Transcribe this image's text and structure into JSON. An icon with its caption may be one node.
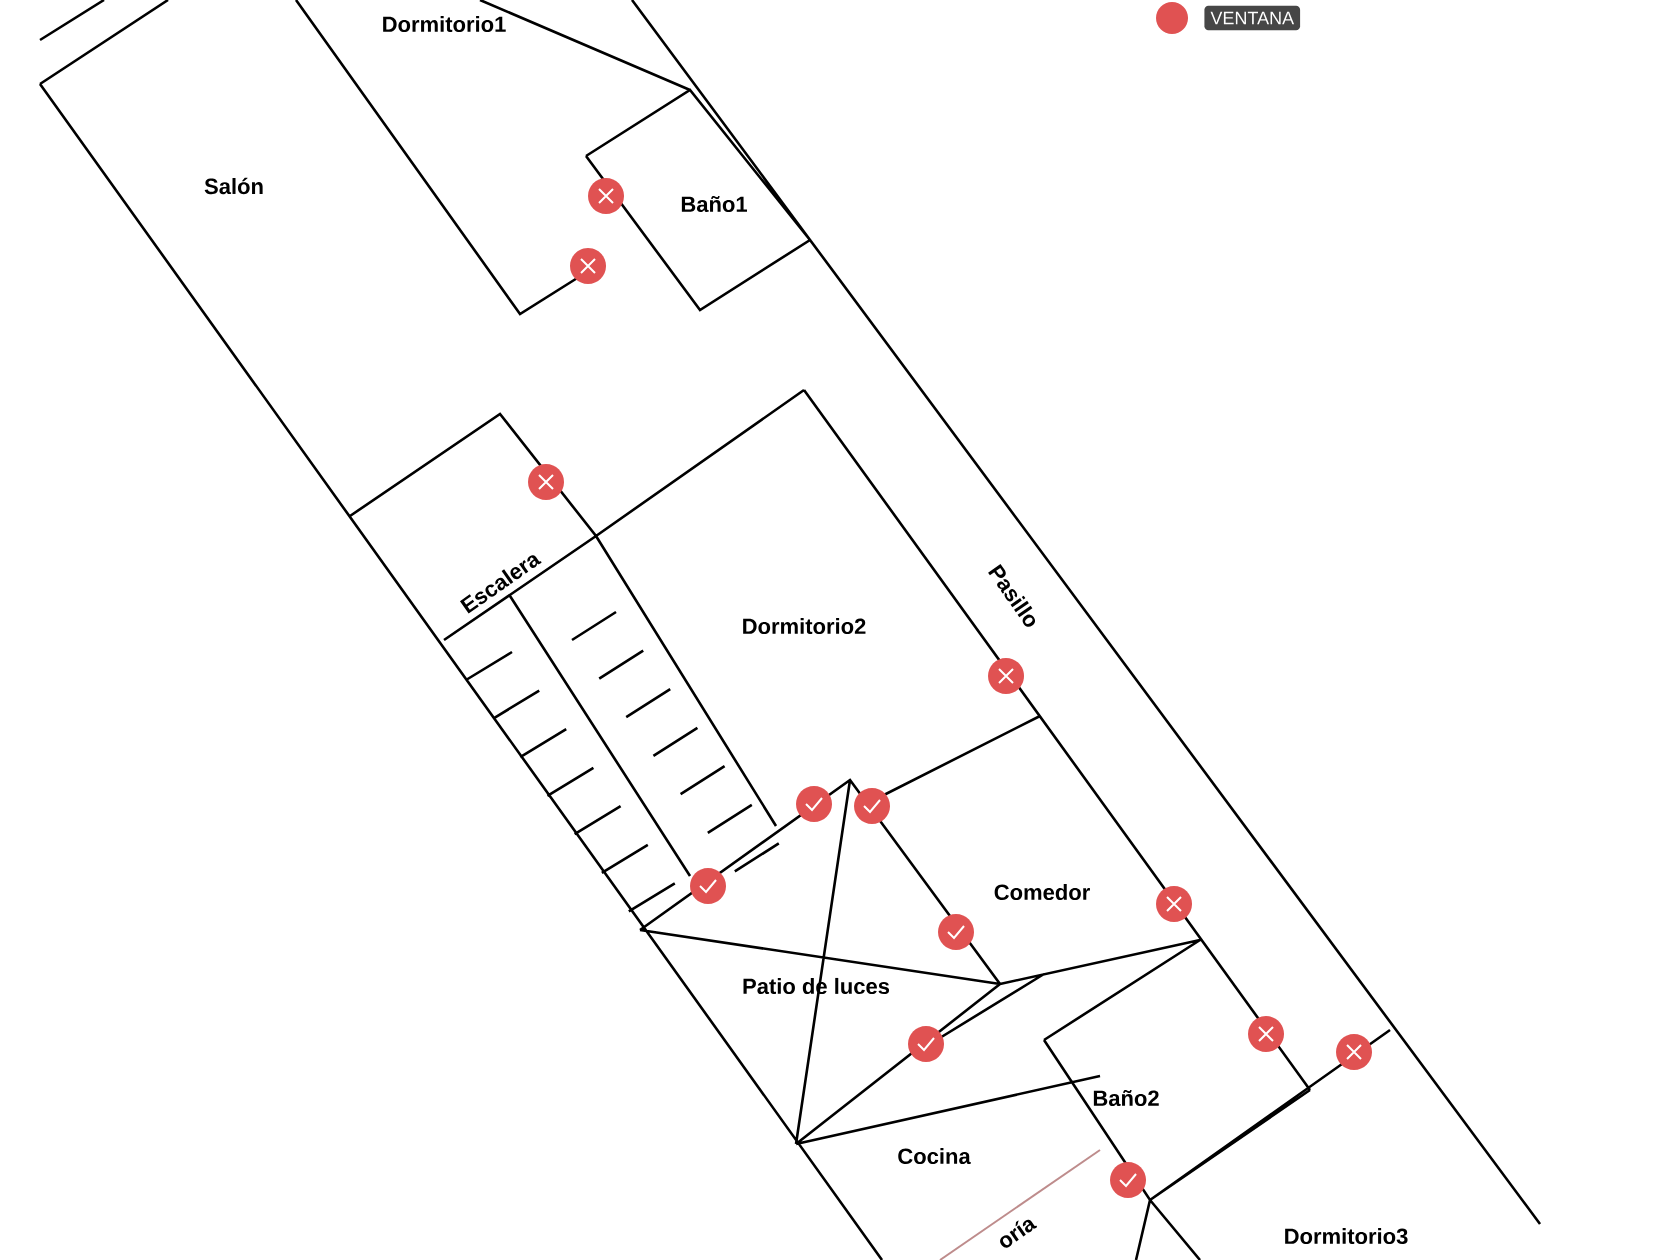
{
  "diagram": {
    "labels": [
      "Dormitorio1",
      "Salón",
      "Baño1",
      "Escalera",
      "Pasillo",
      "Dormitorio2",
      "Comedor",
      "Patio de luces",
      "Baño2",
      "Cocina",
      "oría",
      "Dormitorio3"
    ],
    "legend": [
      {
        "text": "VENTANA",
        "color": "#e05252"
      }
    ]
  }
}
